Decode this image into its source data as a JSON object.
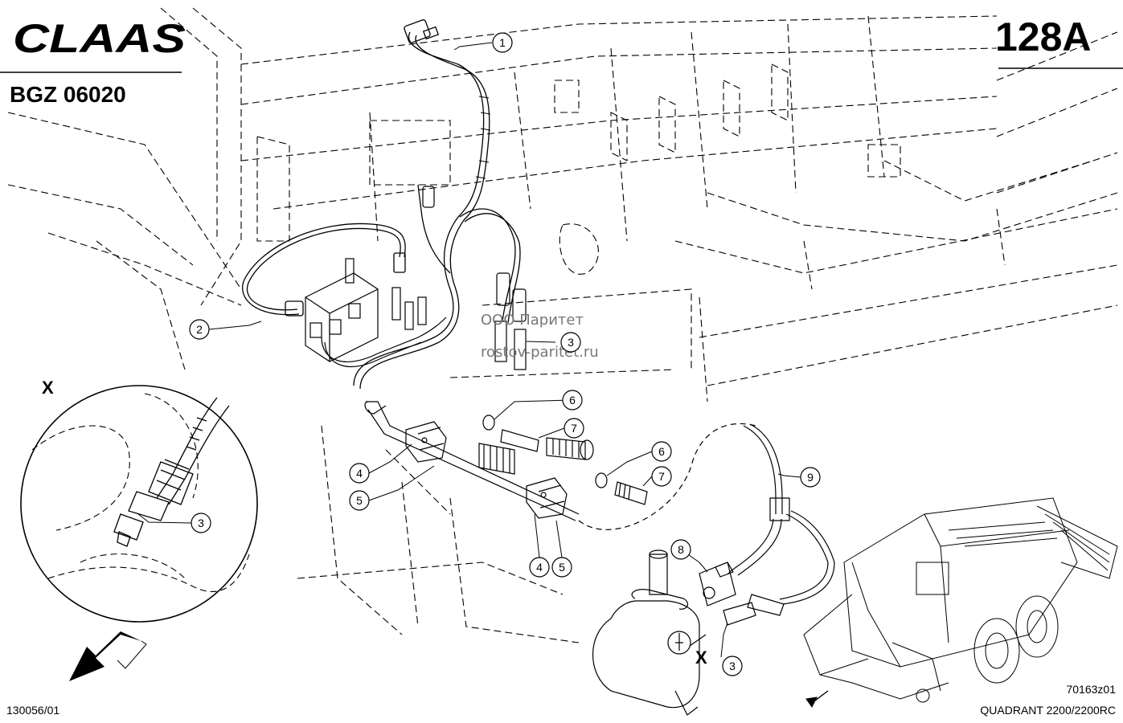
{
  "header": {
    "brand": "CLAAS",
    "page_code": "128A",
    "group_code": "BGZ 06020"
  },
  "footer": {
    "figure_number": "130056/01",
    "drawing_ref": "70163z01",
    "model": "QUADRANT 2200/2200RC"
  },
  "detail": {
    "marker": "X",
    "inset_marker": "X"
  },
  "watermark": {
    "line1": "ООО Паритет",
    "line2": "rostov-paritet.ru"
  },
  "callouts": [
    "1",
    "2",
    "3",
    "3",
    "3",
    "4",
    "5",
    "4",
    "5",
    "6",
    "7",
    "6",
    "7",
    "8",
    "9"
  ],
  "colors": {
    "ink": "#000000",
    "paper": "#ffffff",
    "watermark": "#777777"
  }
}
